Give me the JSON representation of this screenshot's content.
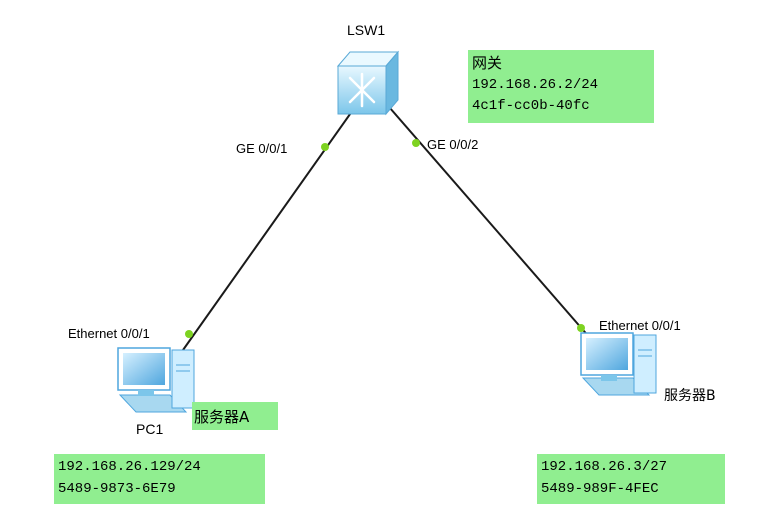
{
  "switch": {
    "name": "LSW1",
    "ports": [
      "GE 0/0/1",
      "GE 0/0/2"
    ]
  },
  "gateway": {
    "title": "网关",
    "ip": "192.168.26.2/24",
    "mac": "4c1f-cc0b-40fc"
  },
  "pc1": {
    "name": "PC1",
    "port": "Ethernet 0/0/1",
    "tag": "服务器A",
    "ip": "192.168.26.129/24",
    "mac": "5489-9873-6E79"
  },
  "serverB": {
    "name": "服务器B",
    "port": "Ethernet 0/0/1",
    "ip": "192.168.26.3/27",
    "mac": "5489-989F-4FEC"
  },
  "colors": {
    "label_bg": "#90ee90",
    "link": "#1a1a1a",
    "port_dot": "#7ed321"
  }
}
